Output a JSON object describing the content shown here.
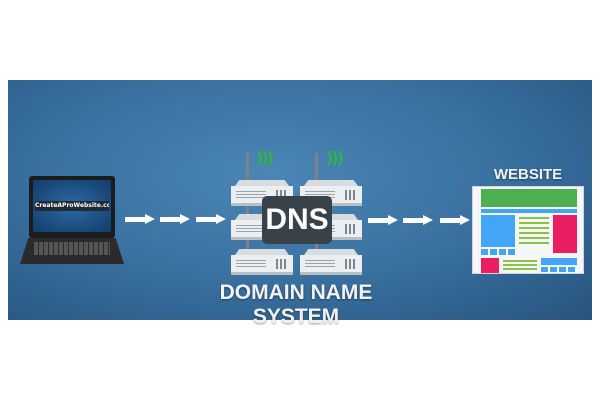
{
  "laptop": {
    "screen_text": "CreateAProWebsite.com"
  },
  "dns": {
    "badge": "DNS",
    "caption": "Domain Name System",
    "wifi_symbol": ")))"
  },
  "website": {
    "title": "WEBSITE"
  },
  "colors": {
    "background": "#3f78a6",
    "wifi": "#2fb34a",
    "site_green": "#4caf50",
    "site_blue": "#42a5f5",
    "site_pink": "#e91e63"
  }
}
